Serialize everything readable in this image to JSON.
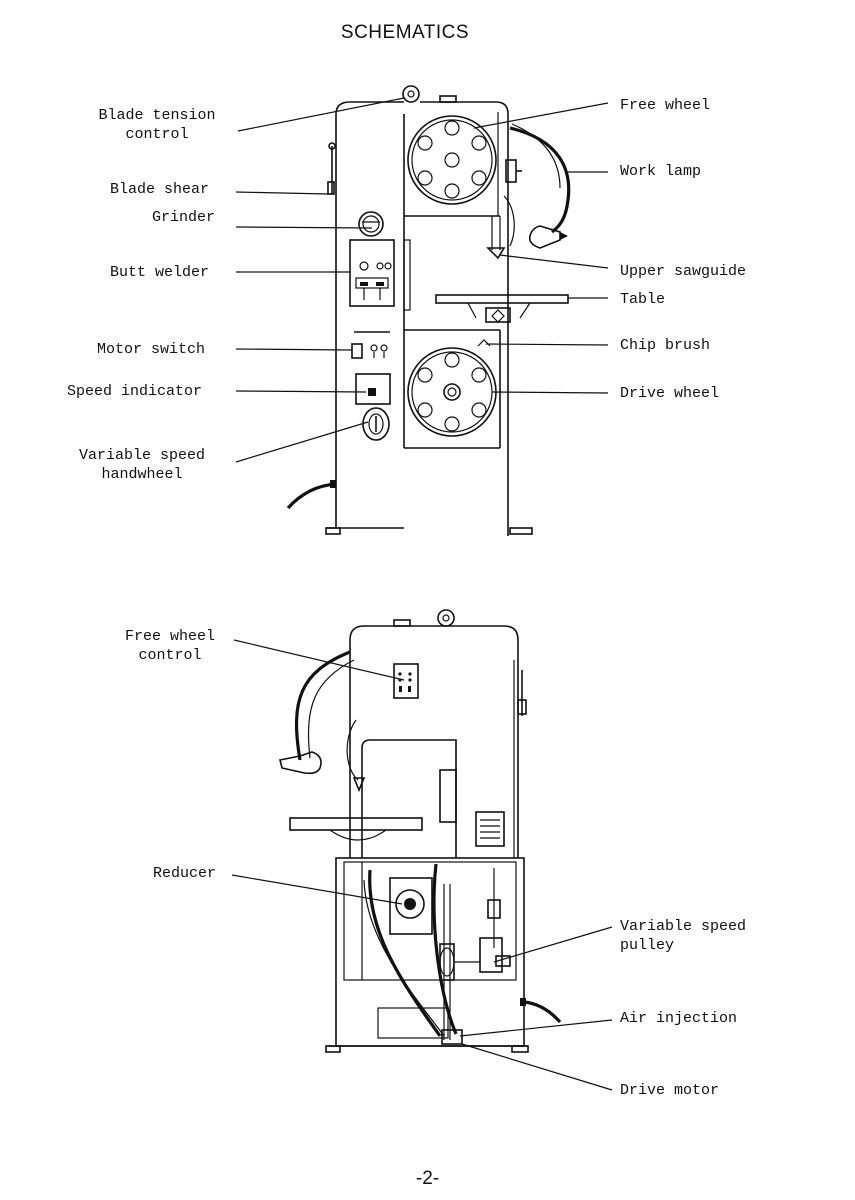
{
  "title": "SCHEMATICS",
  "page_number": "-2-",
  "front_view": {
    "labels": {
      "blade_tension_l1": "Blade tension",
      "blade_tension_l2": "control",
      "blade_shear": "Blade shear",
      "grinder": "Grinder",
      "butt_welder": "Butt welder",
      "motor_switch": "Motor switch",
      "speed_indicator": "Speed indicator",
      "variable_speed_l1": "Variable speed",
      "variable_speed_l2": "handwheel",
      "free_wheel": "Free wheel",
      "work_lamp": "Work lamp",
      "upper_sawguide": "Upper sawguide",
      "table": "Table",
      "chip_brush": "Chip brush",
      "drive_wheel": "Drive wheel"
    }
  },
  "rear_view": {
    "labels": {
      "free_wheel_control_l1": "Free wheel",
      "free_wheel_control_l2": "control",
      "reducer": "Reducer",
      "variable_speed_pulley_l1": "Variable speed",
      "variable_speed_pulley_l2": "pulley",
      "air_injection": "Air injection",
      "drive_motor": "Drive motor"
    }
  }
}
